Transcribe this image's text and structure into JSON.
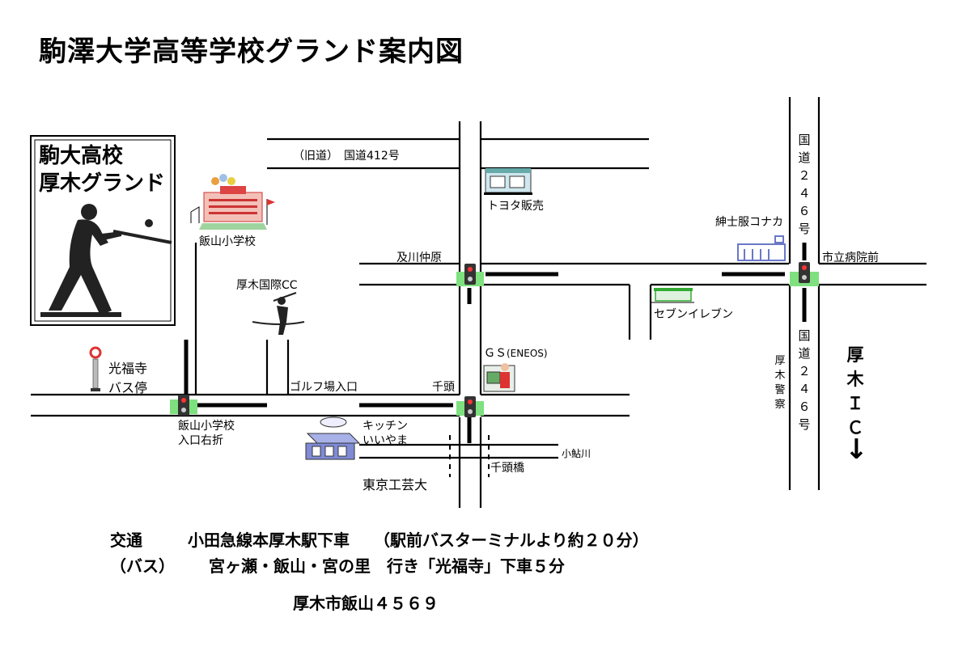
{
  "title": "駒澤大学高等学校グランド案内図",
  "box": {
    "line1": "駒大高校",
    "line2": "厚木グランド"
  },
  "labels": {
    "old_road": "（旧道）　国道412号",
    "toyota": "トヨタ販売",
    "shinshifuku": "紳士服コナカ",
    "iiyama_school": "飯山小学校",
    "oikawa": "及川仲原",
    "shiritsu": "市立病院前",
    "golf_cc": "厚木国際CC",
    "seven": "セブンイレブン",
    "gs": "ＧＳ",
    "gs_brand": "(ENEOS)",
    "bus_stop_line1": "光福寺",
    "bus_stop_line2": "バス停",
    "golf_entrance": "ゴルフ場入口",
    "sento": "千頭",
    "school_turn_line1": "飯山小学校",
    "school_turn_line2": "入口右折",
    "kitchen_line1": "キッチン",
    "kitchen_line2": "いいやま",
    "koayu": "小鮎川",
    "sento_bridge": "千頭橋",
    "tokyo_kogei": "東京工芸大",
    "route246_north": "国道２４６号",
    "route246_south": "国道２４６号",
    "police": "厚木警察",
    "atsugi_ic": "厚木ＩＣ",
    "arrow": "↓"
  },
  "footer": {
    "line1_head": "交通",
    "line1_body": "小田急線本厚木駅下車　　（駅前バスターミナルより約２０分）",
    "line2_head": "（バス）",
    "line2_body": "宮ヶ瀬・飯山・宮の里　行き「光福寺」下車５分",
    "address": "厚木市飯山４５６９"
  },
  "colors": {
    "signal": "#7ee07e",
    "building_blue": "#6a78c8",
    "line": "#000000"
  }
}
